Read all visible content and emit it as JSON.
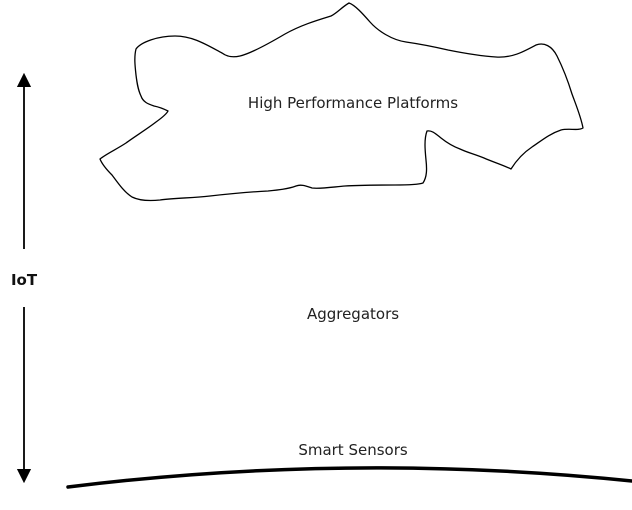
{
  "diagram": {
    "axis_label": "IoT",
    "tiers": {
      "top": "High Performance Platforms",
      "middle": "Aggregators",
      "bottom": "Smart Sensors"
    }
  },
  "colors": {
    "stroke": "#000000",
    "text": "#222222",
    "background": "#ffffff"
  }
}
